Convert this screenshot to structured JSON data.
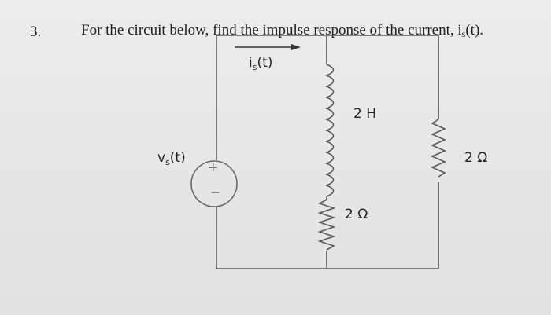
{
  "question": {
    "number": "3.",
    "text_before": "For the circuit below, find the impulse response of the current, i",
    "text_sub": "s",
    "text_after": "(t)."
  },
  "diagram": {
    "current_label": {
      "base": "i",
      "sub": "s",
      "tail": "(t)"
    },
    "source_label": {
      "base": "v",
      "sub": "s",
      "tail": "(t)"
    },
    "source_plus": "+",
    "source_minus": "−",
    "inductor_label": "2 H",
    "series_resistor_label": "2 Ω",
    "parallel_resistor_label": "2 Ω"
  }
}
